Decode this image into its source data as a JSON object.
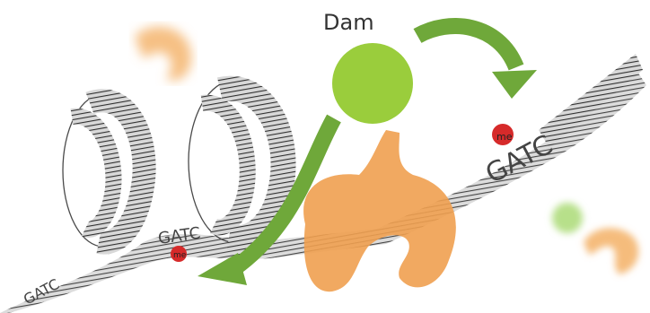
{
  "labels": {
    "enzyme": "Dam",
    "site_main": "GATC",
    "site_middle": "GATC",
    "site_left": "GATC",
    "methyl_main": "me",
    "methyl_middle": "me"
  },
  "colors": {
    "dam_head": "#9acd3c",
    "dam_body": "#f0a050",
    "arrow_green": "#6fa83a",
    "methyl_red": "#d62a2a",
    "pencil": "#4a4a4a",
    "blur_orange": "#f4b56e",
    "blur_green": "#b7e08a"
  },
  "icons": {
    "nucleosomes": "nucleosome-coil-icon",
    "dna": "dna-strand-icon",
    "methyl": "methyl-group-icon",
    "arrows": "curved-arrow-icon"
  }
}
